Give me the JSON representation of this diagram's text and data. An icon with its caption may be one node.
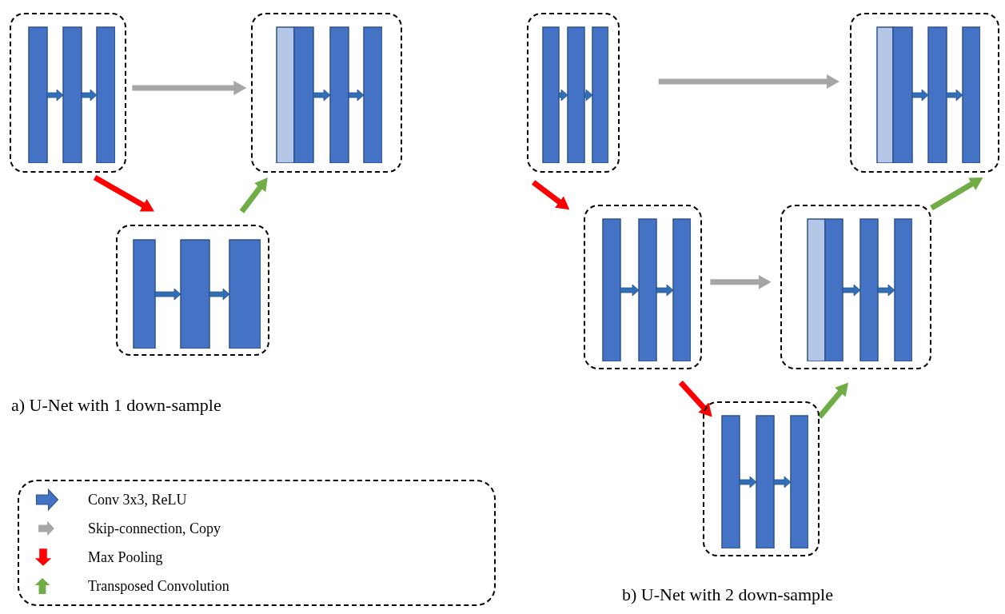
{
  "diagram": {
    "nodes": [
      {
        "text": [],
        "shape": "box"
      },
      {
        "text": [],
        "shape": "box"
      },
      {
        "text": [],
        "shape": "box"
      },
      {
        "text": [],
        "shape": "box"
      },
      {
        "text": [],
        "shape": "box"
      },
      {
        "text": [],
        "shape": "box"
      },
      {
        "text": [],
        "shape": "box"
      },
      {
        "text": [],
        "shape": "box"
      }
    ],
    "edges": [
      {
        "from": 0,
        "to": 1,
        "arrow": "to",
        "color": "#a6a6a6"
      },
      {
        "from": 0,
        "to": 2,
        "arrow": "to",
        "color": "#ff0000"
      },
      {
        "from": 2,
        "to": 1,
        "arrow": "to",
        "color": "#70ad47"
      },
      {
        "from": 3,
        "to": 4,
        "arrow": "to",
        "color": "#a6a6a6"
      },
      {
        "from": 3,
        "to": 5,
        "arrow": "to",
        "color": "#ff0000"
      },
      {
        "from": 5,
        "to": 6,
        "arrow": "to",
        "color": "#a6a6a6"
      },
      {
        "from": 5,
        "to": 7,
        "arrow": "to",
        "color": "#ff0000"
      },
      {
        "from": 7,
        "to": 6,
        "arrow": "to",
        "color": "#70ad47"
      },
      {
        "from": 6,
        "to": 4,
        "arrow": "to",
        "color": "#70ad47"
      }
    ],
    "labels": [
      "a) U-Net with 1 down-sample",
      "b) U-Net with 2 down-sample"
    ],
    "legend": [
      {
        "text": "Conv 3x3, ReLU"
      },
      {
        "text": "Skip-connection, Copy"
      },
      {
        "text": "Max Pooling"
      },
      {
        "text": "Transposed Convolution"
      }
    ]
  }
}
